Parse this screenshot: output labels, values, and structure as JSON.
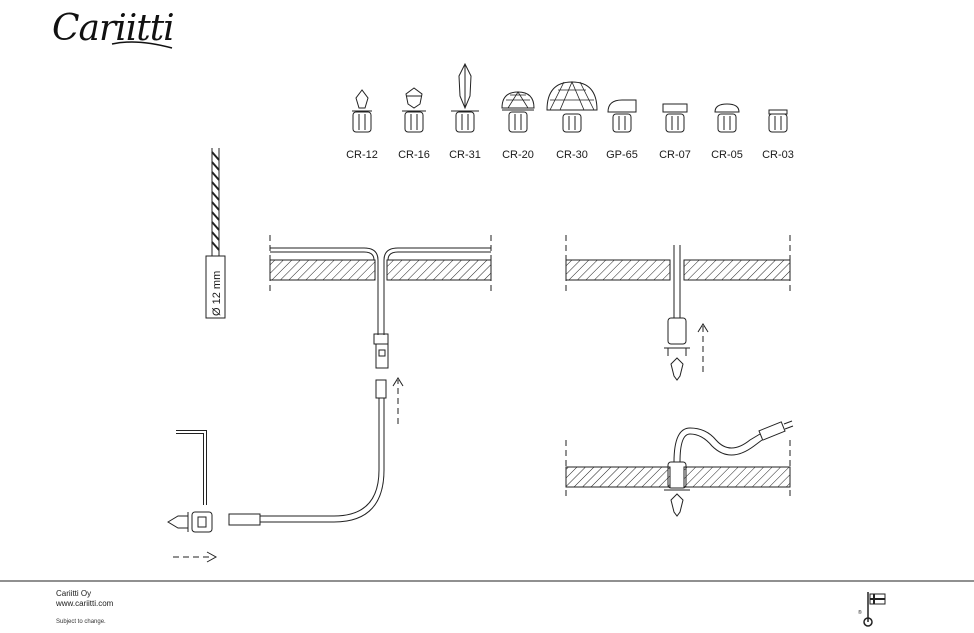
{
  "brand": {
    "logo_text": "Cariitti"
  },
  "products": [
    {
      "code": "CR-12"
    },
    {
      "code": "CR-16"
    },
    {
      "code": "CR-31"
    },
    {
      "code": "CR-20"
    },
    {
      "code": "CR-30"
    },
    {
      "code": "GP-65"
    },
    {
      "code": "CR-07"
    },
    {
      "code": "CR-05"
    },
    {
      "code": "CR-03"
    }
  ],
  "drill_label": "Ø 12 mm",
  "footer": {
    "company": "Cariitti Oy",
    "website": "www.cariitti.com",
    "note": "Subject to change."
  }
}
